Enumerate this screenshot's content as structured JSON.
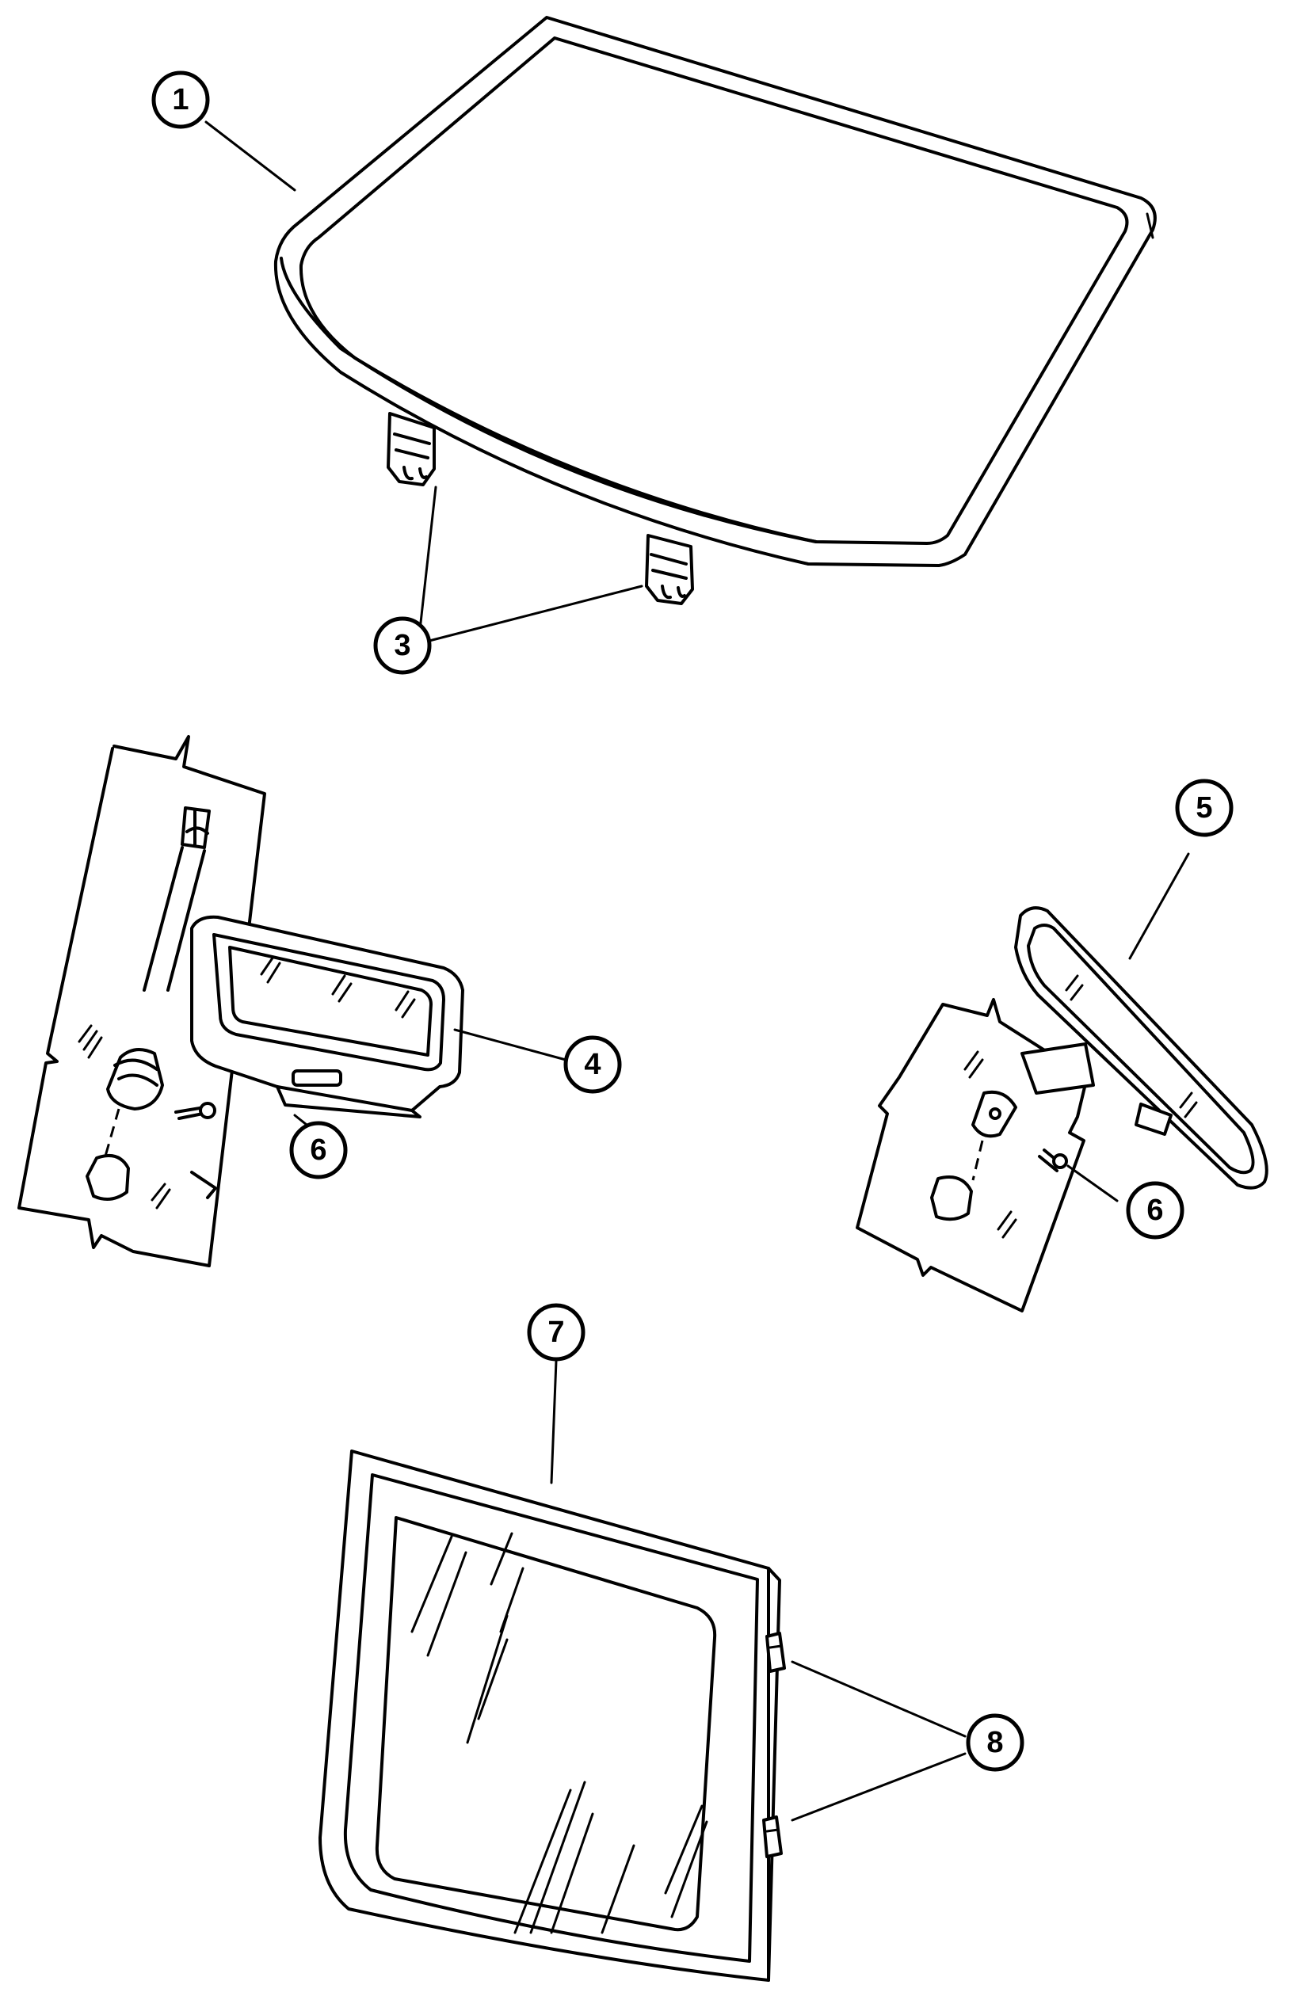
{
  "callouts": {
    "c1": "1",
    "c3": "3",
    "c4": "4",
    "c5": "5",
    "c6a": "6",
    "c6b": "6",
    "c7": "7",
    "c8": "8"
  }
}
